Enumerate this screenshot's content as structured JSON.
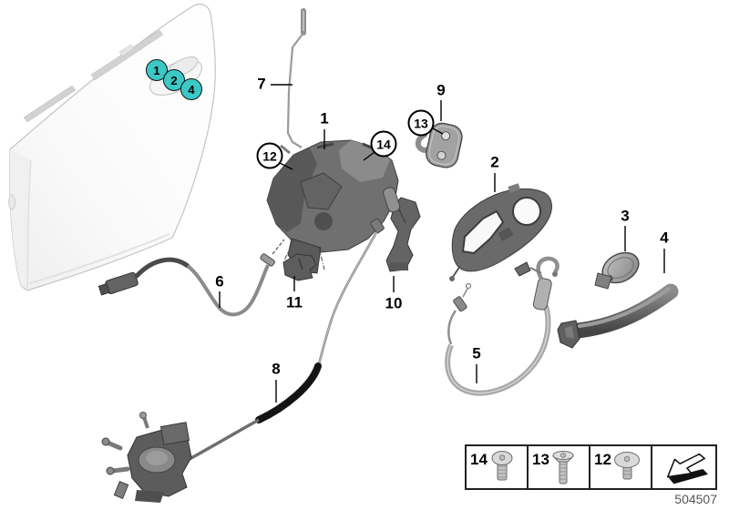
{
  "callouts": {
    "plain": [
      {
        "label": "7"
      },
      {
        "label": "1"
      },
      {
        "label": "9"
      },
      {
        "label": "2"
      },
      {
        "label": "3"
      },
      {
        "label": "4"
      },
      {
        "label": "6"
      },
      {
        "label": "11"
      },
      {
        "label": "10"
      },
      {
        "label": "5"
      },
      {
        "label": "8"
      }
    ],
    "circled": [
      {
        "label": "12"
      },
      {
        "label": "13"
      },
      {
        "label": "14"
      }
    ],
    "hotspots": [
      {
        "label": "1"
      },
      {
        "label": "2"
      },
      {
        "label": "4"
      }
    ]
  },
  "legend": {
    "items": [
      {
        "label": "14",
        "icon": "button-head-screw-icon"
      },
      {
        "label": "13",
        "icon": "countersunk-screw-icon"
      },
      {
        "label": "12",
        "icon": "pan-head-screw-icon"
      },
      {
        "icon": "direction-arrow-icon"
      }
    ],
    "part_number": "504507"
  },
  "colors": {
    "hotspot_teal": "#3CC8C5",
    "callout_black": "#000000",
    "part_number_gray": "#565656"
  }
}
